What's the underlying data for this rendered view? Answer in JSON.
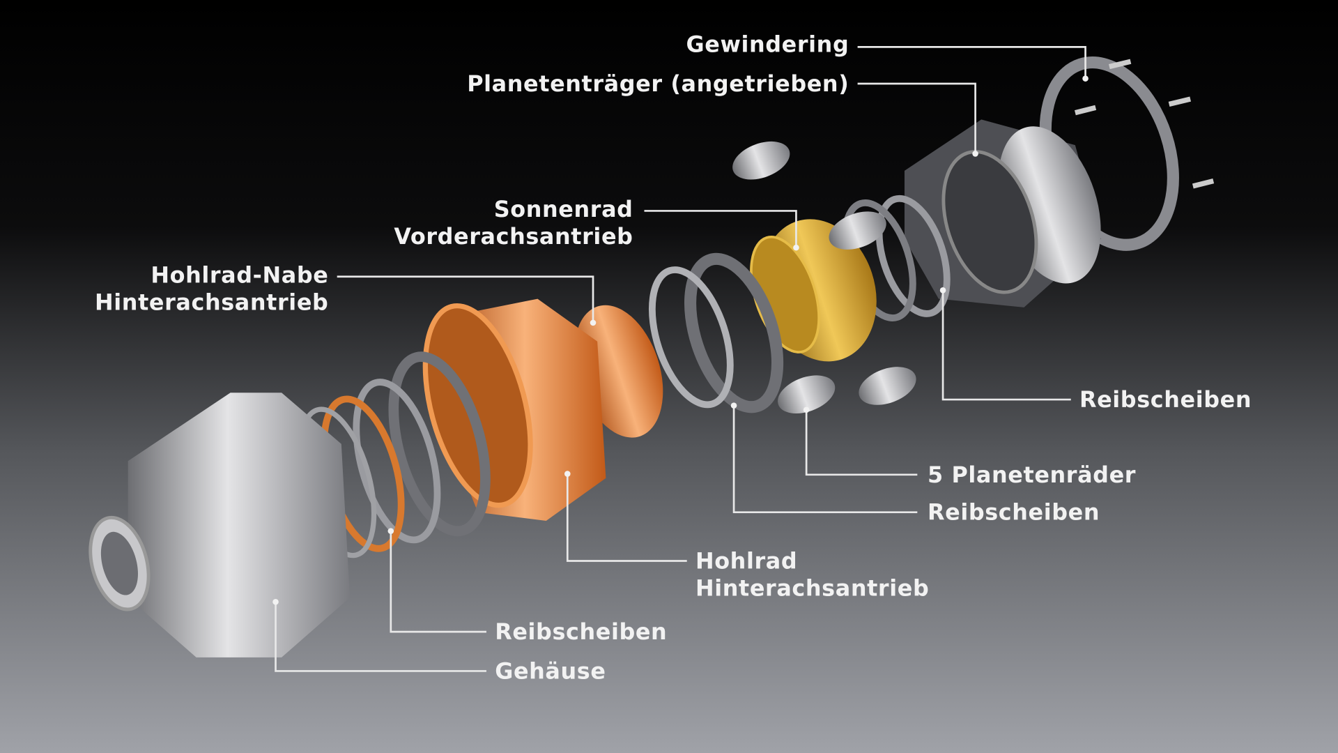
{
  "labels": {
    "gewindering": "Gewindering",
    "planetentraeger": "Planetenträger (angetrieben)",
    "sonnenrad_1": "Sonnenrad",
    "sonnenrad_2": "Vorderachsantrieb",
    "hohlrad_nabe_1": "Hohlrad-Nabe",
    "hohlrad_nabe_2": "Hinterachsantrieb",
    "reibscheiben_right": "Reibscheiben",
    "planetenraeder": "5 Planetenräder",
    "reibscheiben_mid": "Reibscheiben",
    "hohlrad_1": "Hohlrad",
    "hohlrad_2": "Hinterachsantrieb",
    "reibscheiben_left": "Reibscheiben",
    "gehaeuse": "Gehäuse"
  },
  "colors": {
    "copper": "#e07a2a",
    "gold": "#d9a52a",
    "steel": "#b8b8bc",
    "background_top": "#000000",
    "background_bottom": "#9a9ca2"
  }
}
